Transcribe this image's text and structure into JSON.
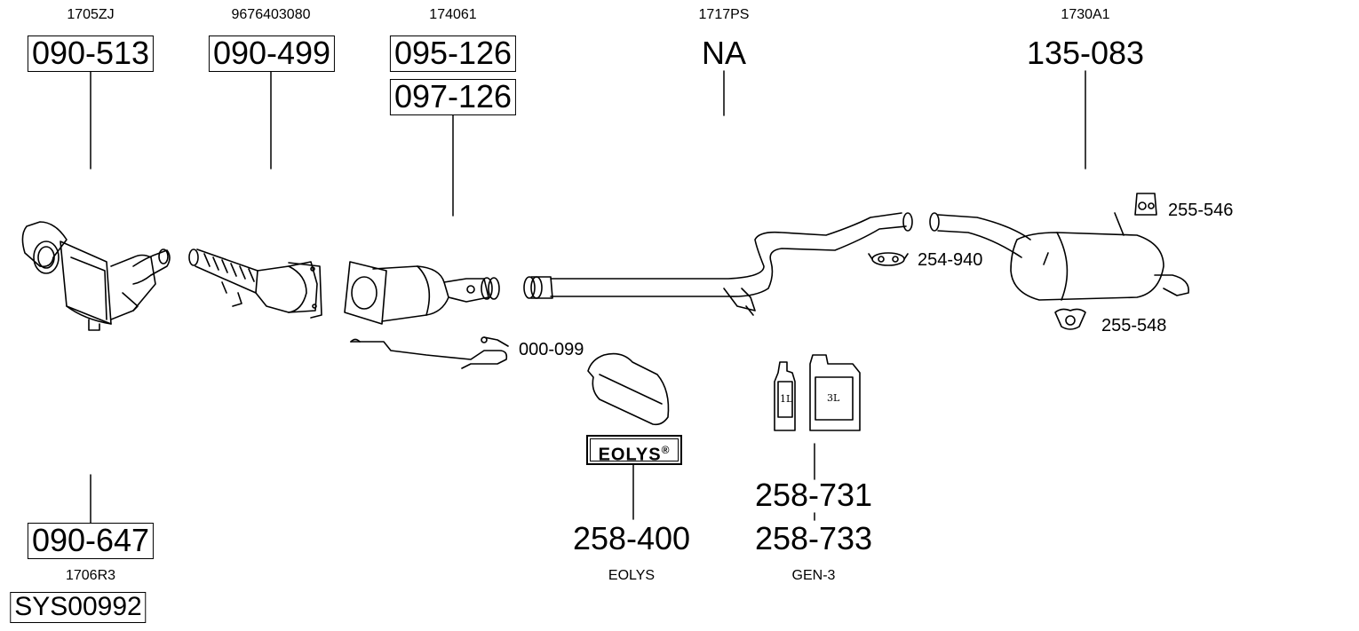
{
  "parts": {
    "cat1": {
      "oem": "1705ZJ",
      "pn": "090-513"
    },
    "cat2": {
      "oem": "9676403080",
      "pn": "090-499"
    },
    "dpf": {
      "oem": "174061",
      "pn_a": "095-126",
      "pn_b": "097-126"
    },
    "mid": {
      "oem": "1717PS",
      "pn": "NA"
    },
    "rear": {
      "oem": "1730A1",
      "pn": "135-083"
    },
    "lower": {
      "pn": "090-647",
      "oem": "1706R3",
      "sys": "SYS00992"
    },
    "eolys": {
      "badge": "EOLYS",
      "reg": "®",
      "pn": "258-400",
      "label": "EOLYS"
    },
    "fluid": {
      "pn_a": "258-731",
      "pn_b": "258-733",
      "label": "GEN-3",
      "can_small": "1L",
      "can_large": "3L"
    }
  },
  "accessories": {
    "sensor": "000-099",
    "clamp": "254-940",
    "hanger_top": "255-546",
    "hanger_bottom": "255-548"
  }
}
